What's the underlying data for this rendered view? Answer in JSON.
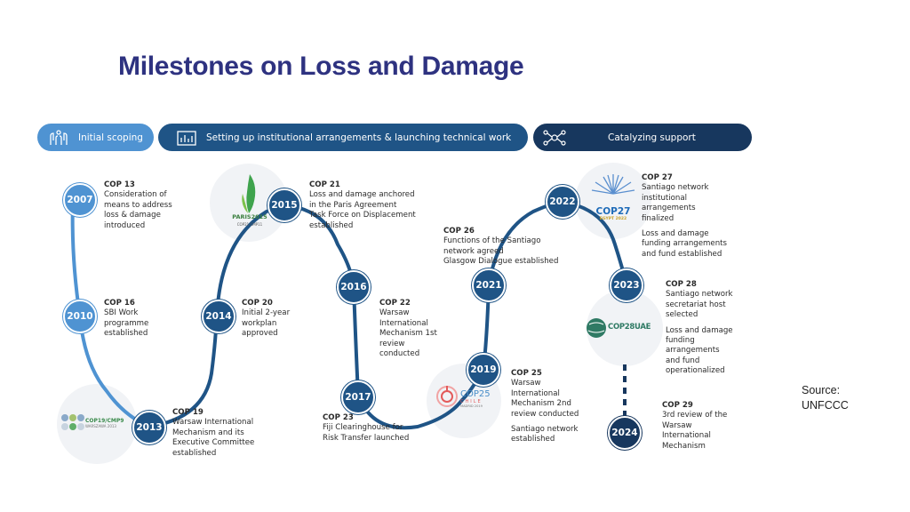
{
  "title": "Milestones on Loss and Damage",
  "source": [
    "Source:",
    "UNFCCC"
  ],
  "phases": [
    {
      "label": "Initial scoping",
      "icon": "hands-icon"
    },
    {
      "label": "Setting up institutional arrangements & launching technical work",
      "icon": "institution-icon"
    },
    {
      "label": "Catalyzing support",
      "icon": "network-icon"
    }
  ],
  "colors": {
    "title": "#2e3280",
    "phase1": "#4f93d2",
    "phase2": "#1f5486",
    "phase3": "#17375e",
    "track_light": "#4f93d2",
    "track_dark": "#1f5486"
  },
  "milestones": {
    "y2007": {
      "year": "2007",
      "head": "COP 13",
      "lines": [
        "Consideration of",
        "means to address",
        "loss & damage",
        "introduced"
      ]
    },
    "y2010": {
      "year": "2010",
      "head": "COP 16",
      "lines": [
        "SBI Work",
        "programme",
        "established"
      ]
    },
    "y2013": {
      "year": "2013",
      "head": "COP 19",
      "lines": [
        "Warsaw International",
        "Mechanism and its",
        "Executive Committee",
        "established"
      ]
    },
    "y2014": {
      "year": "2014",
      "head": "COP 20",
      "lines": [
        "Initial 2-year",
        "workplan",
        "approved"
      ]
    },
    "y2015": {
      "year": "2015",
      "head": "COP 21",
      "lines": [
        "Loss and damage anchored",
        "in the Paris Agreement",
        "Task Force on Displacement",
        "established"
      ]
    },
    "y2016": {
      "year": "2016",
      "head": "COP 22",
      "lines": [
        "Warsaw",
        "International",
        "Mechanism 1st",
        "review",
        "conducted"
      ]
    },
    "y2017": {
      "year": "2017",
      "head": "COP 23",
      "lines": [
        "Fiji Clearinghouse for",
        "Risk Transfer launched"
      ]
    },
    "y2019": {
      "year": "2019",
      "head": "COP 25",
      "lines": [
        "Warsaw",
        "International",
        "Mechanism 2nd",
        "review conducted"
      ],
      "lines2": [
        "Santiago network",
        "established"
      ]
    },
    "y2021": {
      "year": "2021",
      "head": "COP 26",
      "lines": [
        "Functions of the Santiago",
        "network agreed",
        "Glasgow Dialogue established"
      ]
    },
    "y2022": {
      "year": "2022",
      "head": "COP 27",
      "lines": [
        "Santiago network",
        "institutional",
        "arrangements",
        "finalized"
      ],
      "lines2": [
        "Loss and damage",
        "funding arrangements",
        "and fund established"
      ]
    },
    "y2023": {
      "year": "2023",
      "head": "COP 28",
      "lines": [
        "Santiago network",
        "secretariat host",
        "selected"
      ],
      "lines2": [
        "Loss and damage",
        "funding",
        "arrangements",
        "and fund",
        "operationalized"
      ]
    },
    "y2024": {
      "year": "2024",
      "head": "COP 29",
      "lines": [
        "3rd review of the",
        "Warsaw",
        "International",
        "Mechanism"
      ]
    }
  },
  "logos": {
    "paris": [
      "PARIS2015",
      "COP21·CMP11"
    ],
    "warsaw": [
      "COP19/CMP9",
      "WARSZAWA 2013"
    ],
    "cop25": [
      "COP25",
      "CHILE",
      "MADRID 2019"
    ],
    "cop27": [
      "COP27",
      "EGYPT 2022"
    ],
    "cop28": [
      "COP28UAE"
    ]
  }
}
